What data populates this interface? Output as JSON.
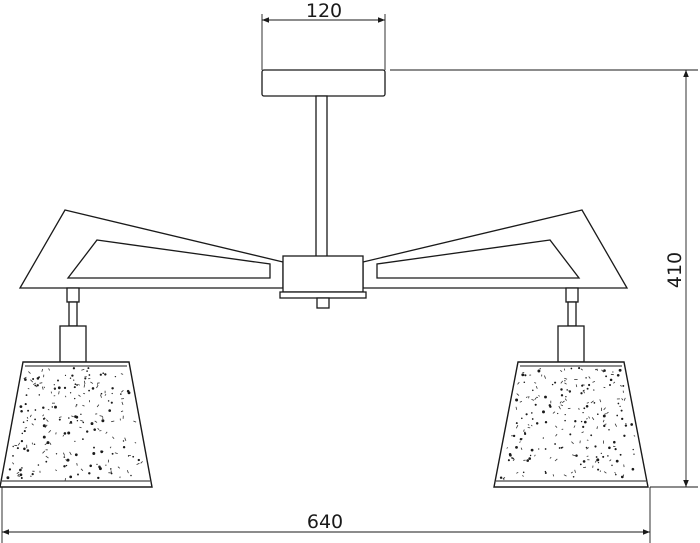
{
  "dimensions": {
    "canopy_width": "120",
    "overall_height": "410",
    "overall_width": "640"
  },
  "colors": {
    "line": "#1a1a1a",
    "background": "#ffffff"
  }
}
